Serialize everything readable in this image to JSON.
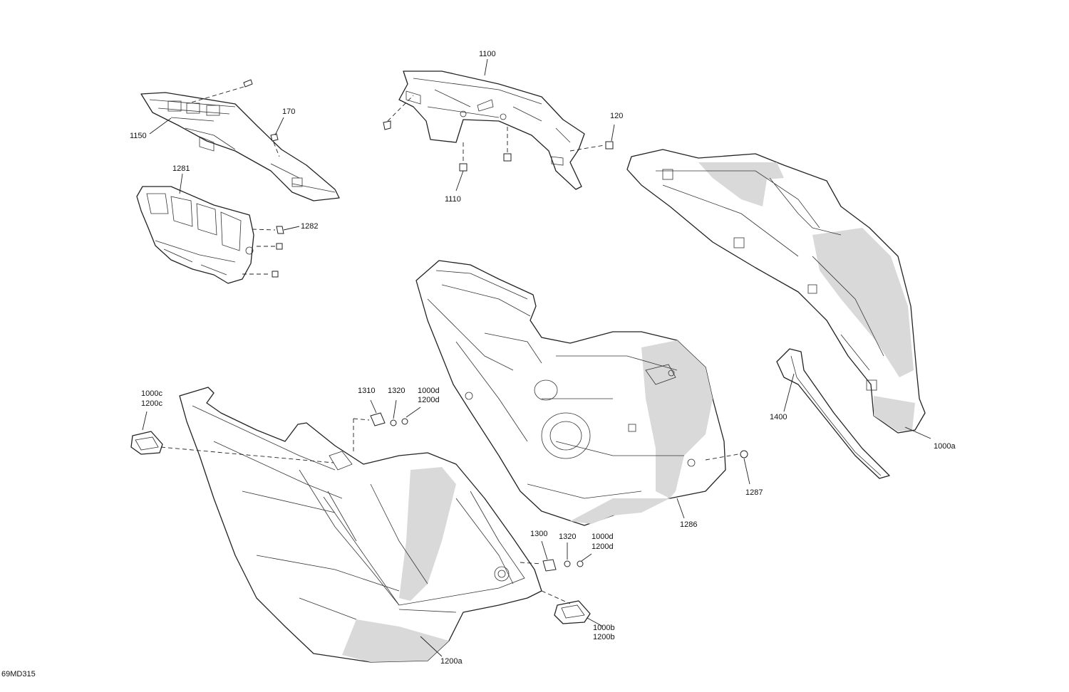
{
  "diagram_code": "69MD315",
  "callouts": {
    "c1100": "1100",
    "c1150": "1150",
    "c170": "170",
    "c120": "120",
    "c1110": "1110",
    "c1281": "1281",
    "c1282": "1282",
    "c1000c": "1000c",
    "c1200c": "1200c",
    "c1310": "1310",
    "c1320a": "1320",
    "c1000d_a": "1000d",
    "c1200d_a": "1200d",
    "c1400": "1400",
    "c1000a": "1000a",
    "c1287": "1287",
    "c1286": "1286",
    "c1300": "1300",
    "c1320b": "1320",
    "c1000d_b": "1000d",
    "c1200d_b": "1200d",
    "c1000b": "1000b",
    "c1200b": "1200b",
    "c1200a": "1200a"
  }
}
